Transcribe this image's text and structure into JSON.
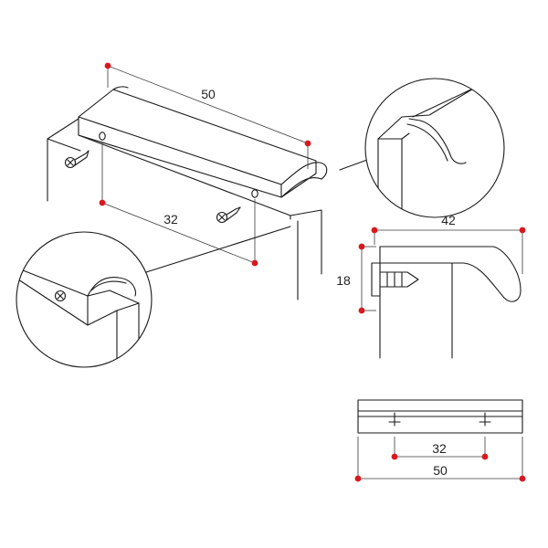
{
  "dimensions": {
    "iso_length": "50",
    "iso_hole_spacing": "32",
    "side_depth": "42",
    "side_height": "18",
    "front_hole_spacing": "32",
    "front_length": "50"
  },
  "colors": {
    "line": "#1a1a1a",
    "dimension_point": "#d7191f"
  },
  "icons": [
    "screw-icon",
    "screw-icon",
    "screw-icon"
  ]
}
